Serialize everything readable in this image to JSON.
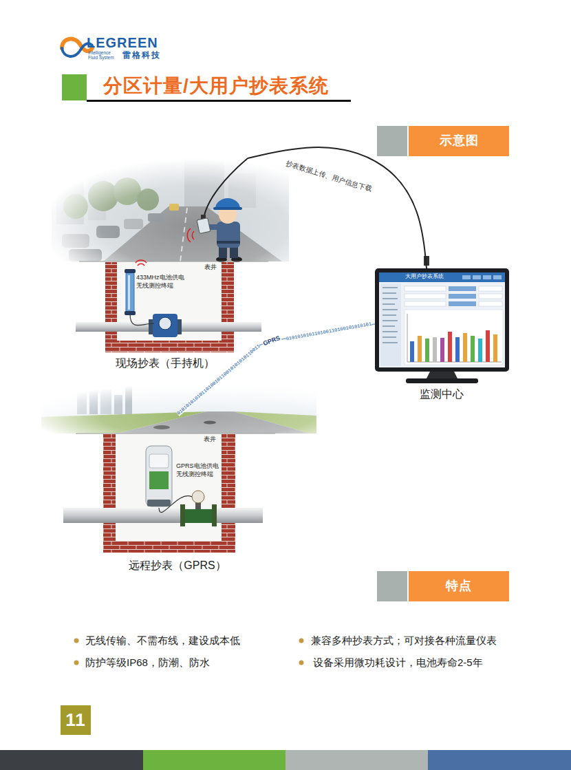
{
  "diagram": {
    "title": "分区计量/大用户抄表系统",
    "nodes": [
      {
        "text": [
          "示意图"
        ]
      },
      {
        "text": [
          "表井",
          "现场抄表（手持机）"
        ]
      },
      {
        "text": [
          "433MHz电池供电 无线测控终端"
        ],
        "in": 1
      },
      {
        "text": [
          "大用户抄表系统",
          "监测中心"
        ]
      },
      {
        "text": [
          "表井",
          "远程抄表（GPRS）"
        ]
      },
      {
        "text": [
          "GPRS电池供电 无线测控终端"
        ],
        "in": 4
      },
      {
        "text": [
          "特点"
        ]
      },
      {
        "text": [
          "11"
        ]
      }
    ],
    "edges": [
      {
        "from": 1,
        "to": 3,
        "label": "抄表数据上传、用户信息下载",
        "arrow": "none"
      },
      {
        "from": 4,
        "to": 3,
        "label": "GPRS",
        "arrow": "none"
      }
    ],
    "labels": [
      "LEGREEN",
      "Intelligence",
      "Fluid System",
      "雷格科技",
      "0101010101011010010110010101010110011",
      "010101010110100110100101010101",
      "无线传输、不需布线，建设成本低",
      "兼容多种抄表方式；可对接各种流量仪表",
      "防护等级IP68，防潮、防水",
      "设备采用微功耗设计，电池寿命2-5年"
    ]
  }
}
